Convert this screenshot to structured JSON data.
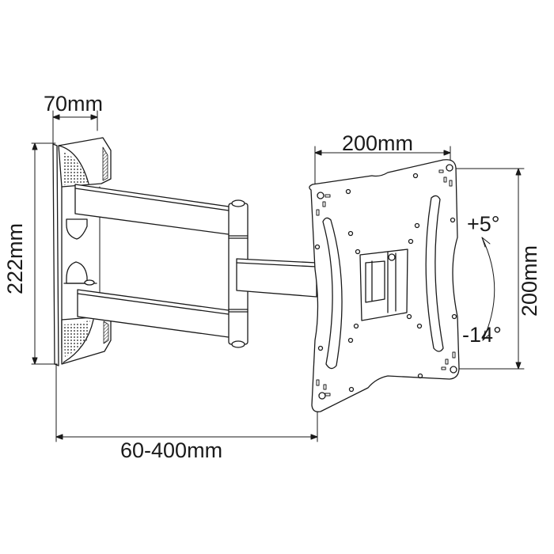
{
  "diagram": {
    "subject": "Full-motion TV wall mount with double articulating arm and tilting VESA plate",
    "line_color": "#1a1a1a",
    "background": "#ffffff",
    "dimensions": {
      "wall_plate_depth": "70mm",
      "wall_plate_height": "222mm",
      "vesa_width": "200mm",
      "vesa_height": "200mm",
      "extension_range": "60-400mm"
    },
    "tilt": {
      "up": "+5°",
      "down": "-14°"
    },
    "components": [
      {
        "name": "wall-plate",
        "label": ""
      },
      {
        "name": "upper-arm",
        "label": ""
      },
      {
        "name": "lower-arm",
        "label": ""
      },
      {
        "name": "hinge-pivot",
        "label": ""
      },
      {
        "name": "extension-arm",
        "label": ""
      },
      {
        "name": "vesa-plate",
        "label": ""
      },
      {
        "name": "tilt-bracket",
        "label": ""
      }
    ]
  }
}
